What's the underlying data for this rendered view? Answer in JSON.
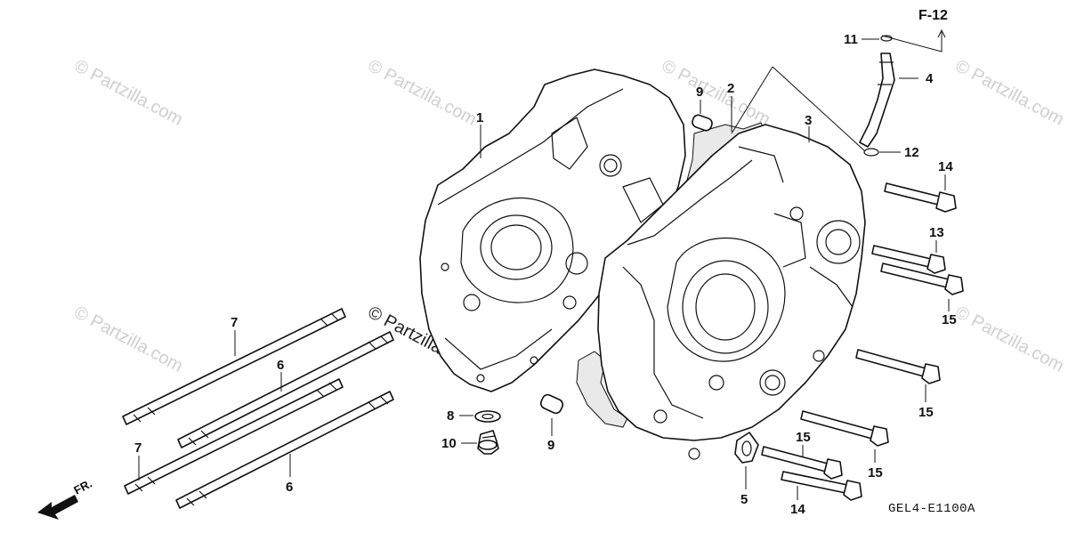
{
  "diagram": {
    "reference_label": "F-12",
    "drawing_code": "GEL4-E1100A",
    "direction_label": "FR.",
    "watermark_text": "© Partzilla.com",
    "callouts": [
      {
        "id": "c1",
        "label": "1"
      },
      {
        "id": "c2",
        "label": "2"
      },
      {
        "id": "c3",
        "label": "3"
      },
      {
        "id": "c4",
        "label": "4"
      },
      {
        "id": "c5",
        "label": "5"
      },
      {
        "id": "c6a",
        "label": "6"
      },
      {
        "id": "c6b",
        "label": "6"
      },
      {
        "id": "c7a",
        "label": "7"
      },
      {
        "id": "c7b",
        "label": "7"
      },
      {
        "id": "c8",
        "label": "8"
      },
      {
        "id": "c9a",
        "label": "9"
      },
      {
        "id": "c9b",
        "label": "9"
      },
      {
        "id": "c10",
        "label": "10"
      },
      {
        "id": "c11",
        "label": "11"
      },
      {
        "id": "c12",
        "label": "12"
      },
      {
        "id": "c13",
        "label": "13"
      },
      {
        "id": "c14a",
        "label": "14"
      },
      {
        "id": "c14b",
        "label": "14"
      },
      {
        "id": "c15a",
        "label": "15"
      },
      {
        "id": "c15b",
        "label": "15"
      },
      {
        "id": "c15c",
        "label": "15"
      },
      {
        "id": "c15d",
        "label": "15"
      },
      {
        "id": "c15e",
        "label": "15"
      }
    ]
  }
}
